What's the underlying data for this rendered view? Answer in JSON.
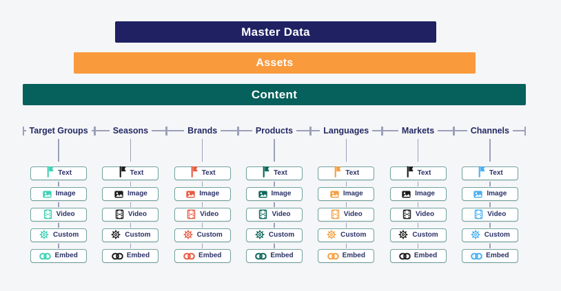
{
  "colors": {
    "bg": "#f5f6f8",
    "line": "#9aa0b8",
    "box_border": "#70a29d",
    "header": "#252a63",
    "label": "#2b3166"
  },
  "layers": [
    {
      "label": "Master Data",
      "color": "#1f2163"
    },
    {
      "label": "Assets",
      "color": "#f99a3d"
    },
    {
      "label": "Content",
      "color": "#06605b"
    }
  ],
  "columns": [
    {
      "label": "Target Groups",
      "icon_color": "#3fd1b5"
    },
    {
      "label": "Seasons",
      "icon_color": "#1c1c1c"
    },
    {
      "label": "Brands",
      "icon_color": "#e85a41"
    },
    {
      "label": "Products",
      "icon_color": "#0d685d"
    },
    {
      "label": "Languages",
      "icon_color": "#f5a043"
    },
    {
      "label": "Markets",
      "icon_color": "#1c1c1c"
    },
    {
      "label": "Channels",
      "icon_color": "#49b0f2"
    }
  ],
  "items": [
    {
      "label": "Text",
      "icon": "text-icon"
    },
    {
      "label": "Image",
      "icon": "image-icon"
    },
    {
      "label": "Video",
      "icon": "video-icon"
    },
    {
      "label": "Custom",
      "icon": "custom-icon"
    },
    {
      "label": "Embed",
      "icon": "embed-icon"
    }
  ]
}
